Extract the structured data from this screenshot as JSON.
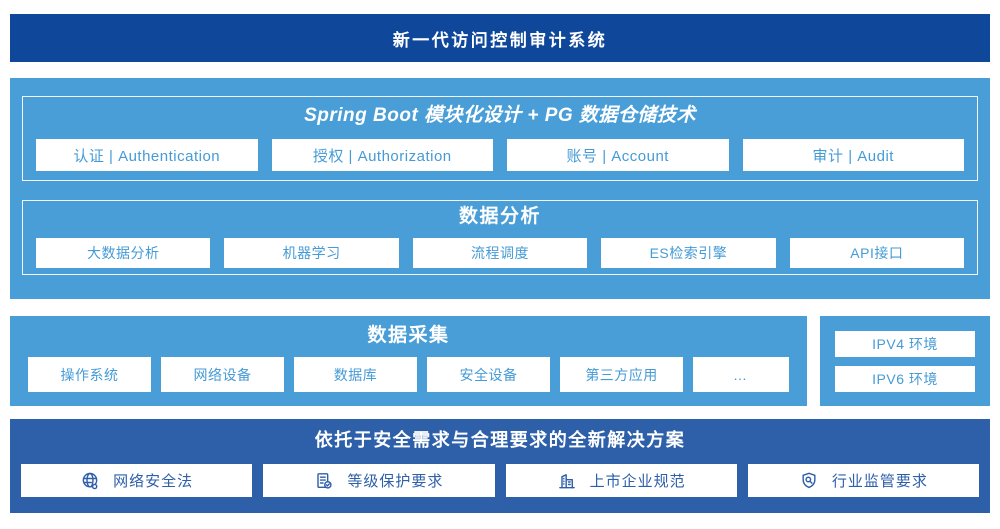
{
  "banner": {
    "title": "新一代访问控制审计系统"
  },
  "platform": {
    "spring": {
      "title": "Spring Boot 模块化设计 + PG 数据仓储技术",
      "items": [
        {
          "label": "认证 | Authentication"
        },
        {
          "label": "授权 | Authorization"
        },
        {
          "label": "账号 | Account"
        },
        {
          "label": "审计 | Audit"
        }
      ]
    },
    "analysis": {
      "title": "数据分析",
      "items": [
        {
          "label": "大数据分析"
        },
        {
          "label": "机器学习"
        },
        {
          "label": "流程调度"
        },
        {
          "label": "ES检索引擎"
        },
        {
          "label": "API接口"
        }
      ]
    }
  },
  "collection": {
    "title": "数据采集",
    "items": [
      "操作系统",
      "网络设备",
      "数据库",
      "安全设备",
      "第三方应用",
      "…"
    ]
  },
  "environments": {
    "items": [
      "IPV4 环境",
      "IPV6 环境"
    ]
  },
  "solution": {
    "title": "依托于安全需求与合理要求的全新解决方案",
    "items": [
      {
        "icon": "globe-icon",
        "label": "网络安全法"
      },
      {
        "icon": "document-check-icon",
        "label": "等级保护要求"
      },
      {
        "icon": "building-icon",
        "label": "上市企业规范"
      },
      {
        "icon": "shield-search-icon",
        "label": "行业监管要求"
      }
    ]
  },
  "colors": {
    "banner_blue": "#0f489b",
    "medium_blue": "#4a9ed8",
    "dark_blue": "#2e5fa9",
    "light_button_text": "#459bd6",
    "white": "#ffffff"
  }
}
